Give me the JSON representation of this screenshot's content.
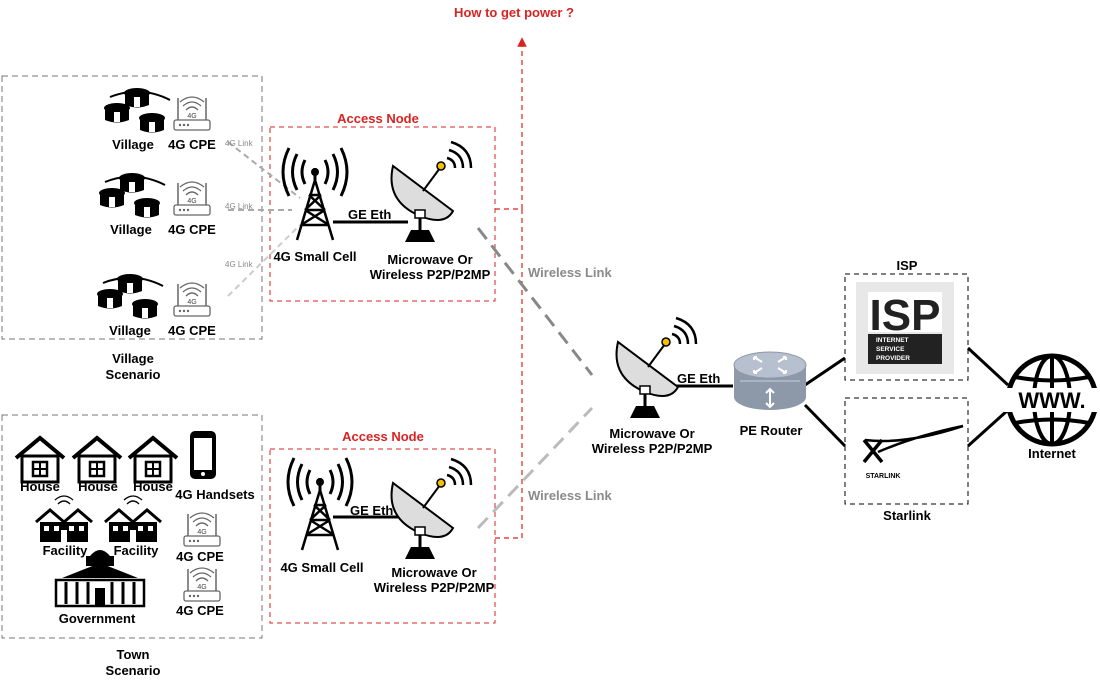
{
  "title": "How to get power ?",
  "village_scenario": {
    "label_line1": "Village",
    "label_line2": "Scenario",
    "rows": [
      {
        "site": "Village",
        "cpe": "4G CPE",
        "link": "4G Link"
      },
      {
        "site": "Village",
        "cpe": "4G CPE",
        "link": "4G Link"
      },
      {
        "site": "Village",
        "cpe": "4G CPE",
        "link": "4G Link"
      }
    ]
  },
  "town_scenario": {
    "label_line1": "Town",
    "label_line2": "Scenario",
    "houses": [
      "House",
      "House",
      "House"
    ],
    "handsets": "4G Handsets",
    "facilities": [
      "Facility",
      "Facility"
    ],
    "cpes": [
      "4G CPE",
      "4G CPE"
    ],
    "government": "Government"
  },
  "access_nodes": [
    {
      "title": "Access Node",
      "small_cell": "4G Small Cell",
      "link": "GE Eth",
      "microwave_line1": "Microwave Or",
      "microwave_line2": "Wireless P2P/P2MP"
    },
    {
      "title": "Access Node",
      "small_cell": "4G Small Cell",
      "link": "GE Eth",
      "microwave_line1": "Microwave Or",
      "microwave_line2": "Wireless P2P/P2MP"
    }
  ],
  "wireless_links": [
    "Wireless Link",
    "Wireless Link"
  ],
  "aggregation": {
    "microwave_line1": "Microwave Or",
    "microwave_line2": "Wireless P2P/P2MP",
    "link": "GE Eth",
    "router": "PE Router"
  },
  "isp": {
    "label": "ISP",
    "logo_big": "ISP",
    "logo_lines": [
      "INTERNET",
      "SERVICE",
      "PROVIDER"
    ]
  },
  "starlink": {
    "label": "Starlink",
    "logo": "STARLINK"
  },
  "internet": {
    "label": "Internet",
    "logo": "WWW."
  },
  "colors": {
    "accent_red": "#d92323",
    "link_gray": "#8a8a8a",
    "box_dash": "#777777"
  }
}
